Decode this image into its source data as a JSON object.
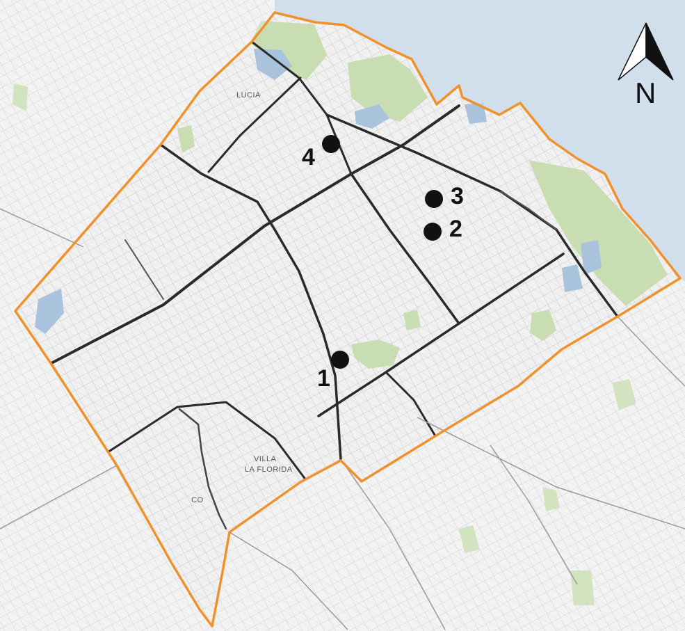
{
  "map": {
    "colors": {
      "water": "#c7d8e8",
      "land": "#eeeeee",
      "park": "#c8ddb2",
      "boundary": "#f0922c",
      "main_road": "#2a2a2a",
      "street": "#cfcfcf",
      "marker": "#111111"
    },
    "markers": [
      {
        "label": "1"
      },
      {
        "label": "2"
      },
      {
        "label": "3"
      },
      {
        "label": "4"
      }
    ],
    "place_labels": {
      "villa_line1": "VILLA",
      "villa_line2": "LA FLORIDA",
      "north_small": "LUCIA",
      "southwest_small": "CO"
    },
    "north_arrow": {
      "letter": "N",
      "icon": "north-arrow-icon"
    }
  }
}
